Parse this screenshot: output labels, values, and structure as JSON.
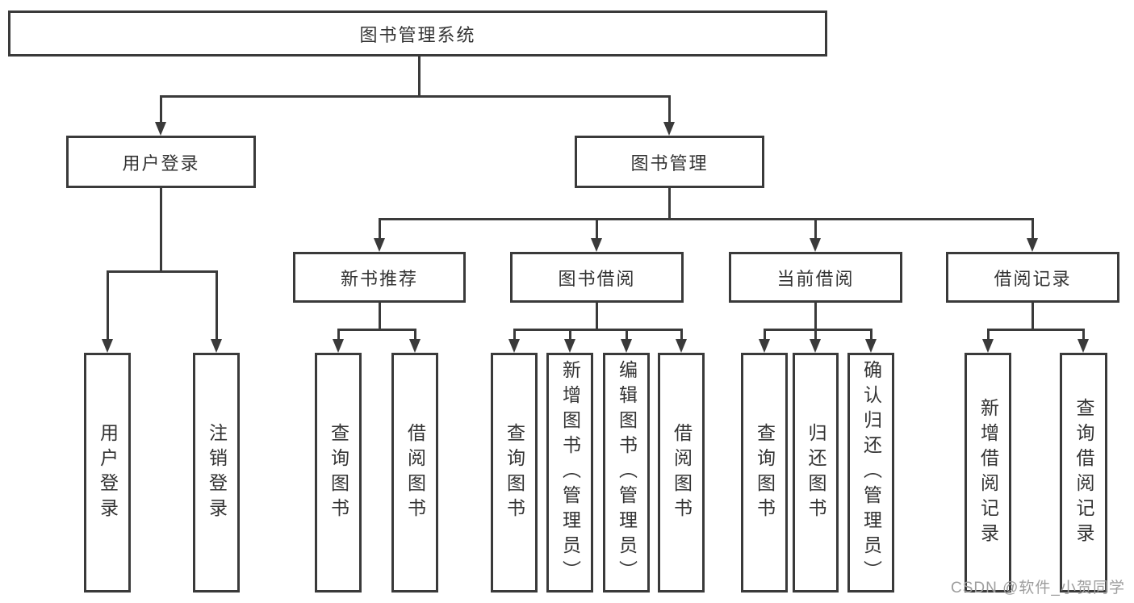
{
  "colors": {
    "line": "#3a3a3a",
    "box_border": "#3a3a3a",
    "text": "#333333",
    "background": "#ffffff",
    "watermark": "#9e9e9e"
  },
  "tree": {
    "root": "图书管理系统",
    "branches": [
      {
        "label": "用户登录",
        "children": [
          "用户登录",
          "注销登录"
        ]
      },
      {
        "label": "图书管理",
        "groups": [
          {
            "label": "新书推荐",
            "children": [
              "查询图书",
              "借阅图书"
            ]
          },
          {
            "label": "图书借阅",
            "children": [
              "查询图书",
              "新增图书（管理员）",
              "编辑图书（管理员）",
              "借阅图书"
            ]
          },
          {
            "label": "当前借阅",
            "children": [
              "查询图书",
              "归还图书",
              "确认归还（管理员）"
            ]
          },
          {
            "label": "借阅记录",
            "children": [
              "新增借阅记录",
              "查询借阅记录"
            ]
          }
        ]
      }
    ]
  },
  "watermark": {
    "text": "CSDN @软件_小贺同学"
  }
}
